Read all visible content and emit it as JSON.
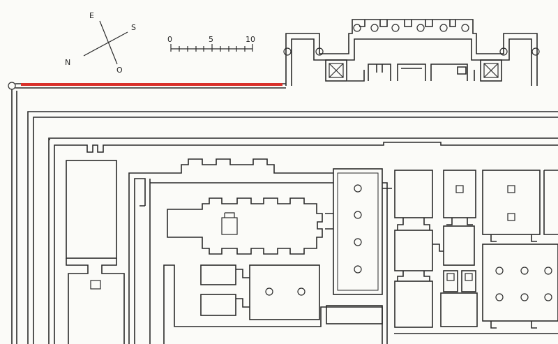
{
  "compass": {
    "north": "N",
    "east": "E",
    "south": "S",
    "west": "O"
  },
  "scale_bar": {
    "ticks": [
      "0",
      "5",
      "10"
    ]
  },
  "colors": {
    "highlight": "#d9302a",
    "ink": "#2a2a2a",
    "paper": "#fbfbf8"
  }
}
